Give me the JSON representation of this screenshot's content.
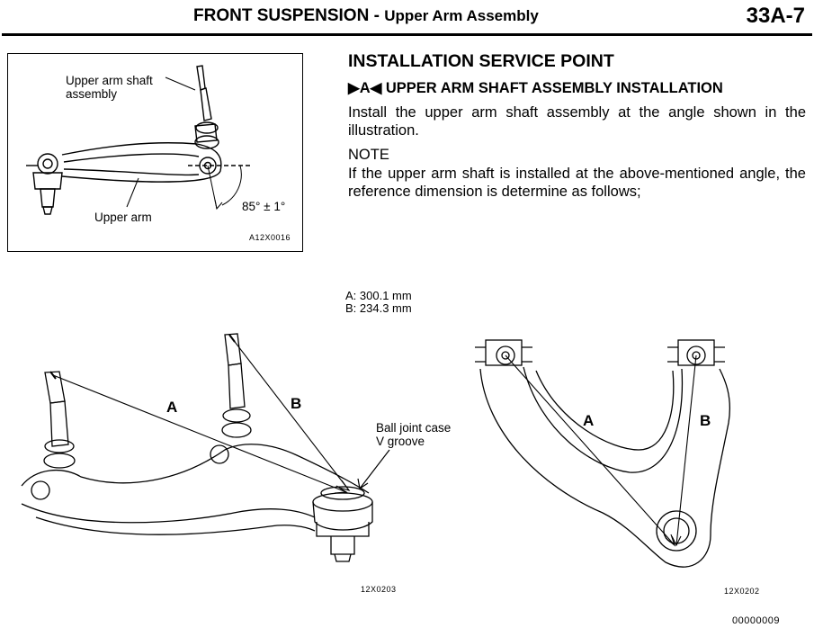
{
  "header": {
    "title": "FRONT SUSPENSION -",
    "subtitle": "Upper Arm Assembly",
    "page": "33A-7"
  },
  "figure1": {
    "shaft_label": "Upper arm shaft\nassembly",
    "arm_label": "Upper arm",
    "angle_label": "85° ± 1°",
    "code": "A12X0016"
  },
  "section": {
    "title": "INSTALLATION SERVICE POINT",
    "subheading": "▶A◀ UPPER ARM SHAFT ASSEMBLY INSTALLATION",
    "paragraph1": "Install the upper arm shaft assembly at the angle shown in the illustration.",
    "note_label": "NOTE",
    "paragraph2": "If the upper arm shaft is installed at the above-mentioned angle, the reference dimension is determine as follows;"
  },
  "measurements": {
    "a": "A: 300.1 mm",
    "b": "B: 234.3 mm"
  },
  "figure2": {
    "label_a": "A",
    "label_b": "B",
    "callout": "Ball joint case\nV groove",
    "code": "12X0203"
  },
  "figure3": {
    "label_a": "A",
    "label_b": "B",
    "code": "12X0202"
  },
  "doc_code": "00000009"
}
